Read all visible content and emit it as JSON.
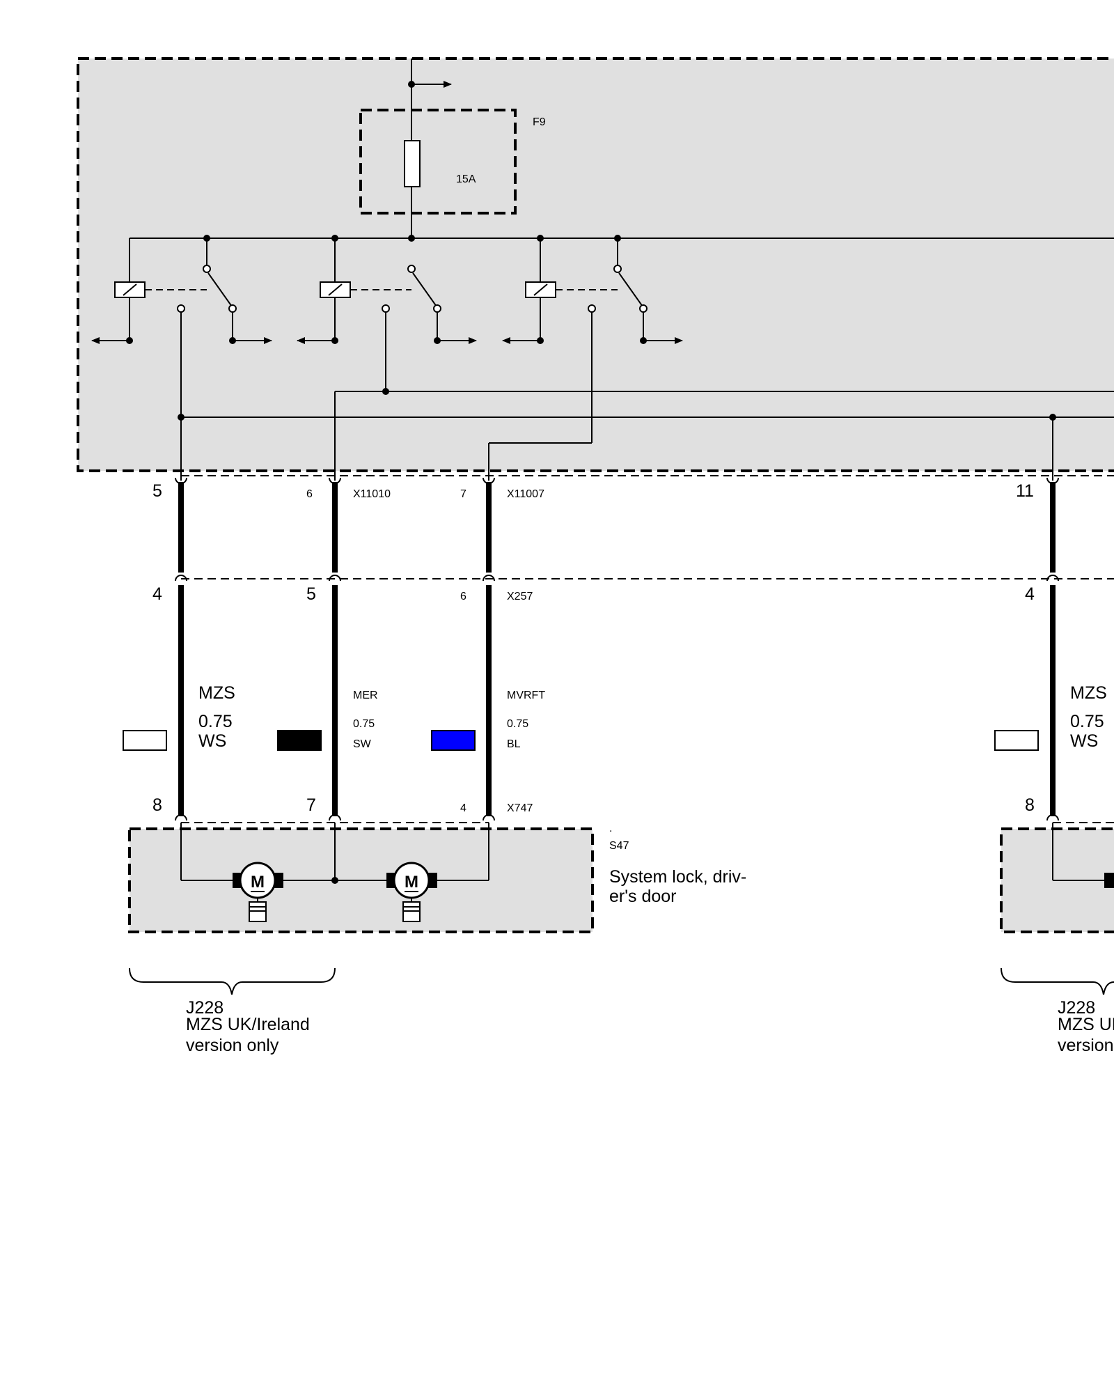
{
  "fuse": {
    "id": "F9",
    "rating": "15A"
  },
  "connectors": {
    "upper_left": "X11010",
    "upper_right": "X11007",
    "middle": "X257",
    "lower": "X747"
  },
  "pins": {
    "upper": [
      "5",
      "6",
      "7",
      "11"
    ],
    "middle": [
      "4",
      "5",
      "6",
      "4"
    ],
    "lower": [
      "8",
      "7",
      "4",
      "8"
    ]
  },
  "wires": [
    {
      "code": "MZS",
      "size": "0.75",
      "color": "WS",
      "swatch": "#ffffff"
    },
    {
      "code": "MER",
      "size": "0.75",
      "color": "SW",
      "swatch": "#000000"
    },
    {
      "code": "MVRFT",
      "size": "0.75",
      "color": "BL",
      "swatch": "#0000ff"
    },
    {
      "code": "MZS",
      "size": "0.75",
      "color": "WS",
      "swatch": "#ffffff"
    }
  ],
  "component": {
    "dot": ".",
    "id": "S47",
    "name_line1": "System lock, driv-",
    "name_line2": "er's door"
  },
  "motor_label": "M",
  "brace_left": {
    "line1": "J228",
    "line2": "MZS UK/Ireland",
    "line3": "version only"
  },
  "brace_right": {
    "line1": "J228",
    "line2": "MZS UK/Ireland",
    "line3": "version only"
  }
}
